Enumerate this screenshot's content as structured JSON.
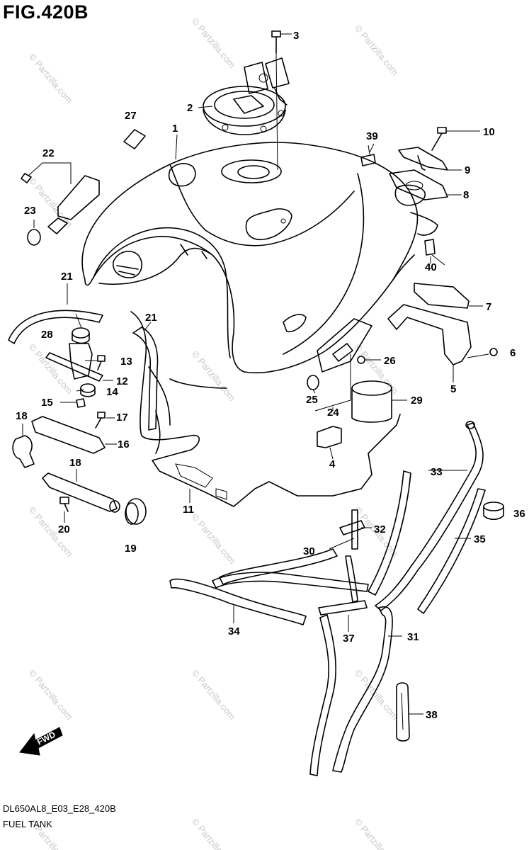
{
  "header": {
    "title": "FIG.420B"
  },
  "footer": {
    "code": "DL650AL8_E03_E28_420B",
    "name": "FUEL TANK"
  },
  "watermark": {
    "text": "© Partzilla.com"
  },
  "fwd_label": "FWD",
  "callouts": {
    "c1": "1",
    "c2": "2",
    "c3": "3",
    "c4": "4",
    "c5": "5",
    "c6": "6",
    "c7": "7",
    "c8": "8",
    "c9": "9",
    "c10": "10",
    "c11": "11",
    "c12": "12",
    "c13": "13",
    "c14": "14",
    "c15": "15",
    "c16": "16",
    "c17": "17",
    "c18": "18",
    "c19": "19",
    "c20": "20",
    "c21a": "21",
    "c21b": "21",
    "c22": "22",
    "c23": "23",
    "c24": "24",
    "c25": "25",
    "c26": "26",
    "c27": "27",
    "c28": "28",
    "c29": "29",
    "c30": "30",
    "c31": "31",
    "c32": "32",
    "c33": "33",
    "c34": "34",
    "c35": "35",
    "c36": "36",
    "c37": "37",
    "c38": "38",
    "c39": "39",
    "c40": "40"
  }
}
